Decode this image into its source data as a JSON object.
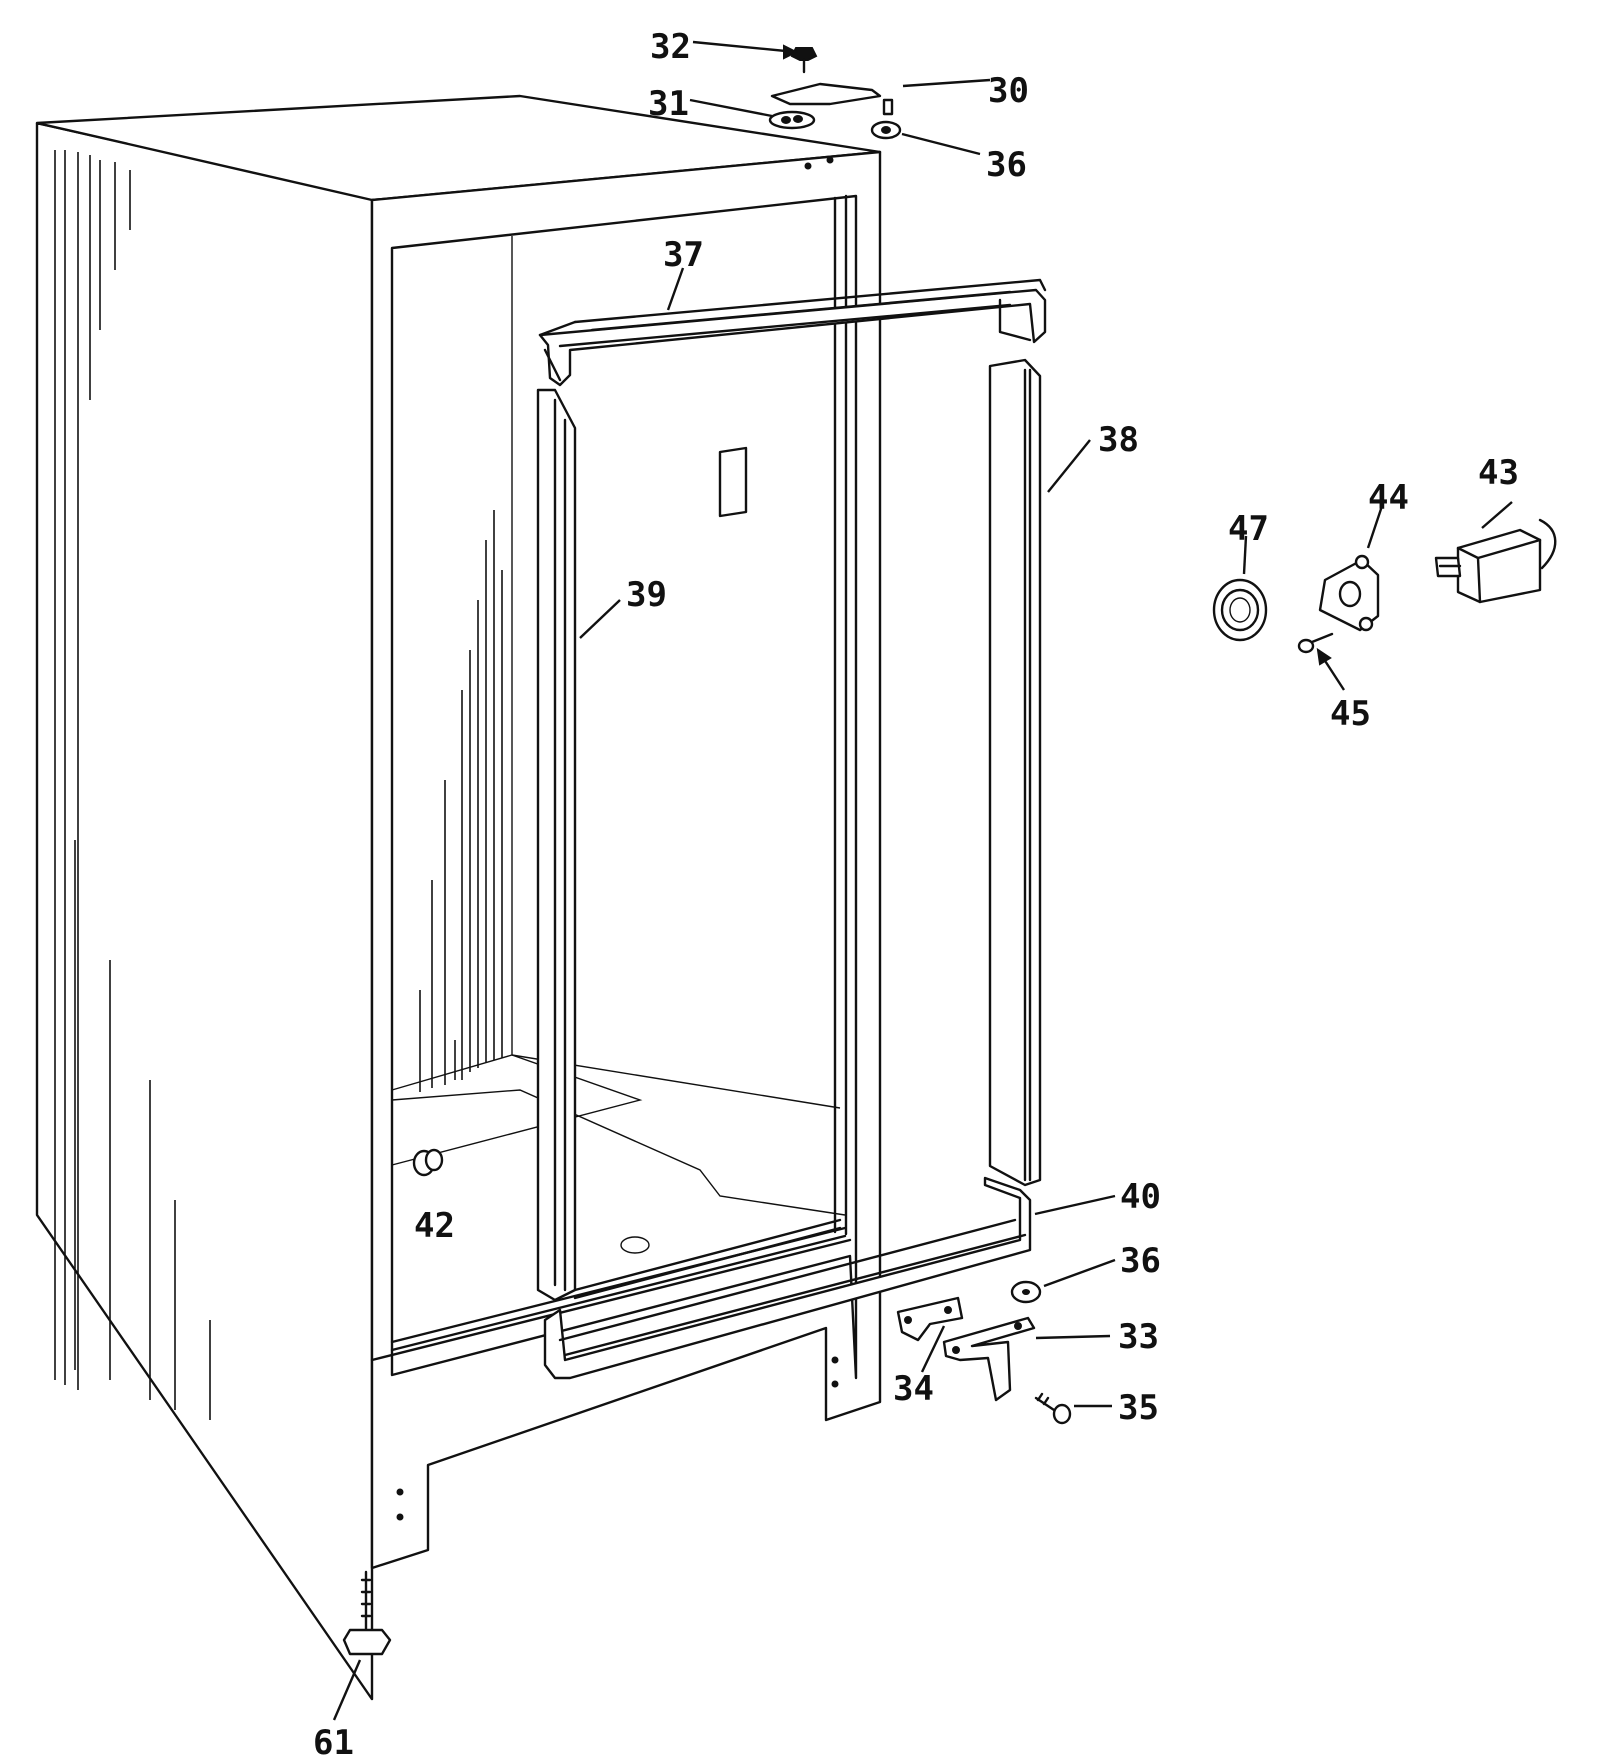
{
  "callouts": [
    {
      "id": "c32",
      "label": "32"
    },
    {
      "id": "c30",
      "label": "30"
    },
    {
      "id": "c31",
      "label": "31"
    },
    {
      "id": "c36a",
      "label": "36"
    },
    {
      "id": "c37",
      "label": "37"
    },
    {
      "id": "c38",
      "label": "38"
    },
    {
      "id": "c39",
      "label": "39"
    },
    {
      "id": "c43",
      "label": "43"
    },
    {
      "id": "c44",
      "label": "44"
    },
    {
      "id": "c47",
      "label": "47"
    },
    {
      "id": "c45",
      "label": "45"
    },
    {
      "id": "c42",
      "label": "42"
    },
    {
      "id": "c40",
      "label": "40"
    },
    {
      "id": "c36b",
      "label": "36"
    },
    {
      "id": "c33",
      "label": "33"
    },
    {
      "id": "c34",
      "label": "34"
    },
    {
      "id": "c35",
      "label": "35"
    },
    {
      "id": "c61",
      "label": "61"
    }
  ]
}
